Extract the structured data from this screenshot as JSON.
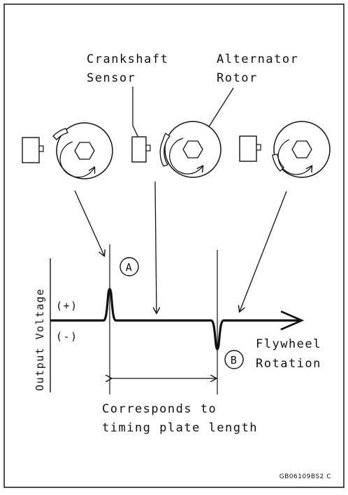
{
  "labels": {
    "crankshaft_sensor_line1": "Crankshaft",
    "crankshaft_sensor_line2": "Sensor",
    "alternator_rotor_line1": "Alternator",
    "alternator_rotor_line2": "Rotor",
    "output_voltage": "Output Voltage",
    "plus": "(+)",
    "minus": "(-)",
    "point_a": "A",
    "point_b": "B",
    "flywheel_line1": "Flywheel",
    "flywheel_line2": "Rotation",
    "corresponds_line1": "Corresponds to",
    "corresponds_line2": "timing plate length",
    "figure_code": "GB06109BS2 C"
  }
}
